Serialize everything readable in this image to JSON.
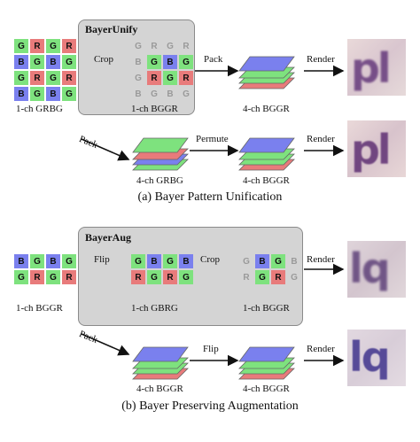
{
  "section_a": {
    "caption": "(a) Bayer Pattern Unification",
    "panel_title": "BayerUnify",
    "input_grid": [
      [
        "G",
        "R",
        "G",
        "R"
      ],
      [
        "B",
        "G",
        "B",
        "G"
      ],
      [
        "G",
        "R",
        "G",
        "R"
      ],
      [
        "B",
        "G",
        "B",
        "G"
      ]
    ],
    "input_label": "1-ch GRBG",
    "crop_label": "Crop",
    "crop_grid": [
      [
        "G",
        "R",
        "G",
        "R"
      ],
      [
        "B",
        "G",
        "B",
        "G"
      ],
      [
        "G",
        "R",
        "G",
        "R"
      ],
      [
        "B",
        "G",
        "B",
        "G"
      ]
    ],
    "crop_label_below": "1-ch BGGR",
    "pack_label": "Pack",
    "packed_label": "4-ch BGGR",
    "render_label": "Render",
    "pack2_label": "Pack",
    "grbg_stack_label": "4-ch GRBG",
    "permute_label": "Permute",
    "permuted_label": "4-ch BGGR",
    "render2_label": "Render",
    "thumb_text_1": "pl",
    "thumb_text_2": "pl"
  },
  "section_b": {
    "caption": "(b) Bayer Preserving Augmentation",
    "panel_title": "BayerAug",
    "input_grid": [
      [
        "B",
        "G",
        "B",
        "G"
      ],
      [
        "G",
        "R",
        "G",
        "R"
      ]
    ],
    "input_label": "1-ch BGGR",
    "flip_label": "Flip",
    "flipped_grid": [
      [
        "G",
        "B",
        "G",
        "B"
      ],
      [
        "R",
        "G",
        "R",
        "G"
      ]
    ],
    "flipped_label": "1-ch GBRG",
    "crop_label": "Crop",
    "cropped_grid": [
      [
        "G",
        "B",
        "G",
        "B"
      ],
      [
        "R",
        "G",
        "R",
        "G"
      ]
    ],
    "cropped_label": "1-ch BGGR",
    "render_label": "Render",
    "pack_label": "Pack",
    "packed_label": "4-ch BGGR",
    "flip2_label": "Flip",
    "flipped_stack_label": "4-ch BGGR",
    "render2_label": "Render",
    "thumb_text_1": "lq",
    "thumb_text_2": "lq"
  },
  "colors": {
    "R": "#e87b7b",
    "G": "#7ee27e",
    "B": "#7a80ee",
    "panel": "#d4d4d4",
    "ghost": "#9a9a9a"
  }
}
